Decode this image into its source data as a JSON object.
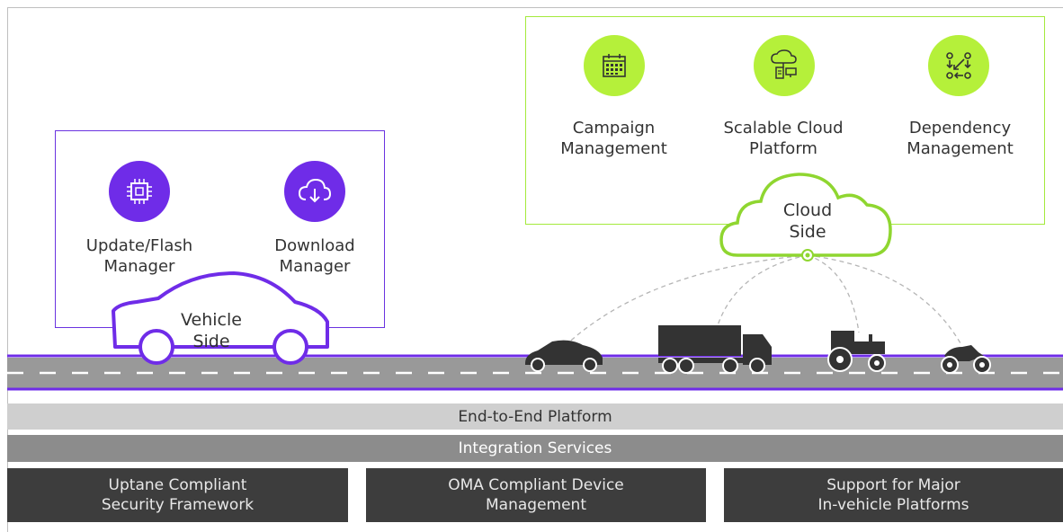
{
  "vehicle_side": {
    "title": "Vehicle\nSide",
    "modules": [
      {
        "label": "Update/Flash\nManager",
        "icon": "chip-icon"
      },
      {
        "label": "Download\nManager",
        "icon": "cloud-download-icon"
      }
    ]
  },
  "cloud_side": {
    "title": "Cloud\nSide",
    "modules": [
      {
        "label": "Campaign\nManagement",
        "icon": "calendar-icon"
      },
      {
        "label": "Scalable Cloud\nPlatform",
        "icon": "cloud-devices-icon"
      },
      {
        "label": "Dependency\nManagement",
        "icon": "dependency-flow-icon"
      }
    ]
  },
  "vehicles": [
    "sports-car-icon",
    "truck-icon",
    "tractor-icon",
    "motorcycle-icon"
  ],
  "platform_layers": {
    "end_to_end": "End-to-End Platform",
    "integration": "Integration Services"
  },
  "features": [
    "Uptane Compliant\nSecurity Framework",
    "OMA Compliant Device\nManagement",
    "Support for Major\nIn-vehicle Platforms"
  ],
  "colors": {
    "purple": "#6f2ce8",
    "green": "#b5f03a",
    "road": "#999999",
    "dark_bar": "#3d3d3d"
  }
}
